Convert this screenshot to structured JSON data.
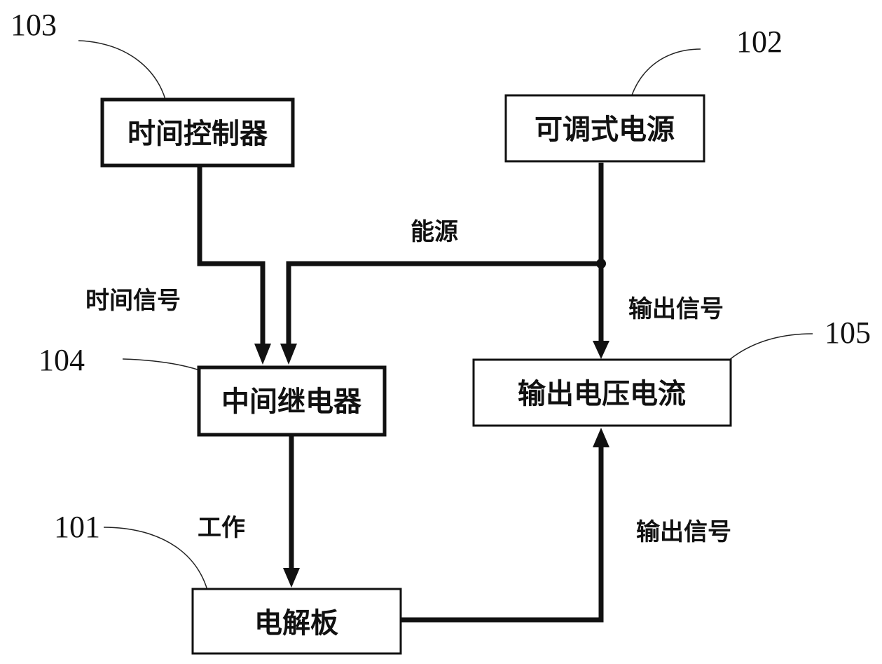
{
  "nodes": {
    "electrolytic_plate": {
      "ref": "101",
      "label": "电解板"
    },
    "adjustable_power_supply": {
      "ref": "102",
      "label": "可调式电源"
    },
    "time_controller": {
      "ref": "103",
      "label": "时间控制器"
    },
    "intermediate_relay": {
      "ref": "104",
      "label": "中间继电器"
    },
    "output_voltage_current": {
      "ref": "105",
      "label": "输出电压电流"
    }
  },
  "edges": {
    "time_signal": "时间信号",
    "energy": "能源",
    "output_signal_top": "输出信号",
    "work": "工作",
    "output_signal_bottom": "输出信号"
  }
}
